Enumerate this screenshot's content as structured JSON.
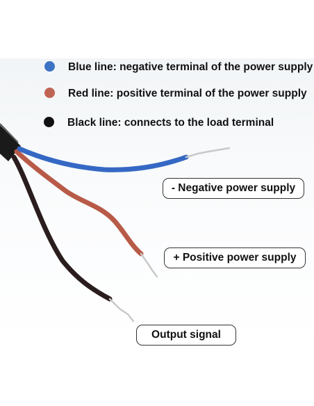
{
  "legend": [
    {
      "color": "#3d73c4",
      "text": "Blue line: negative terminal of the power supply"
    },
    {
      "color": "#c06454",
      "text": "Red line: positive terminal of the power supply"
    },
    {
      "color": "#111111",
      "text": "Black line: connects to the load terminal"
    }
  ],
  "labels": {
    "negative": "- Negative power supply",
    "positive": "+ Positive power supply",
    "output": "Output signal"
  },
  "wire_colors": {
    "blue": "#3568c4",
    "red": "#b85a48",
    "black": "#2a1d1d",
    "sheath": "#1a1a1a",
    "bare_metal": "#c9c9c9"
  }
}
